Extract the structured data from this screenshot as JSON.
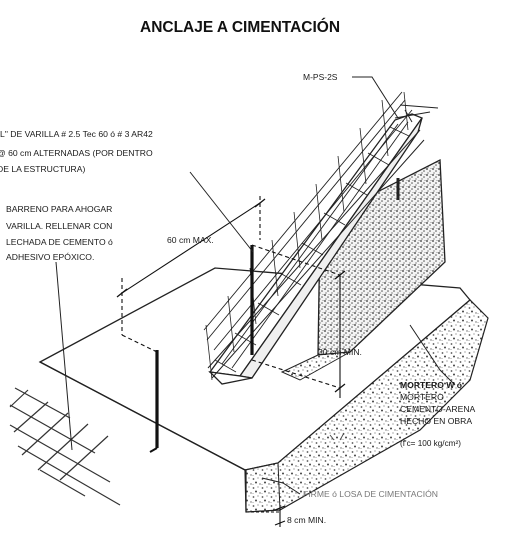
{
  "title": "ANCLAJE A CIMENTACIÓN",
  "labels": {
    "panel": "M-PS-2S",
    "l_bar_line1": "\"L\"  DE VARILLA  # 2.5  Tec 60 ó # 3  AR42",
    "l_bar_line2": "@ 60 cm ALTERNADAS  (POR DENTRO",
    "l_bar_line3": "DE LA ESTRUCTURA)",
    "drill_line1": "BARRENO PARA AHOGAR",
    "drill_line2": "VARILLA. RELLENAR CON",
    "drill_line3": "LECHADA DE CEMENTO ó",
    "drill_line4": "ADHESIVO EPÓXICO.",
    "max_spacing": "60 cm MAX.",
    "min_height": "30 cm MIN.",
    "mortar_line1": "MORTERO W ó",
    "mortar_line2": "MORTERO",
    "mortar_line3": "CEMENTO-ARENA",
    "mortar_line4": "HECHO EN OBRA",
    "mortar_line5": "(f'c= 100 kg/cm²)",
    "slab": "FIRME ó LOSA DE CIMENTACIÓN",
    "min_thickness": "8 cm MIN."
  }
}
